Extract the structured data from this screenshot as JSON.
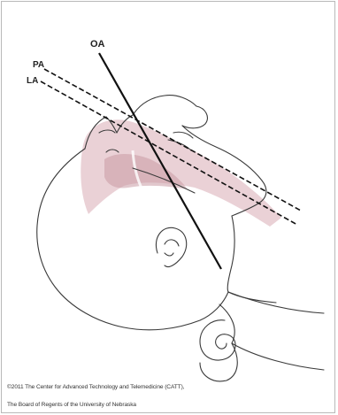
{
  "labels": {
    "oa": "OA",
    "pa": "PA",
    "la": "LA"
  },
  "credit": {
    "line1": "©2011 The Center for Advanced Technology and Telemedicine (CATT),",
    "line2": "The Board of Regents of the University of Nebraska"
  },
  "colors": {
    "outline": "#3a3a3a",
    "axis": "#111111",
    "airway_fill": "#e6c9cf",
    "airway_shadow": "#c99aa4",
    "frame": "#b9b9b9"
  }
}
